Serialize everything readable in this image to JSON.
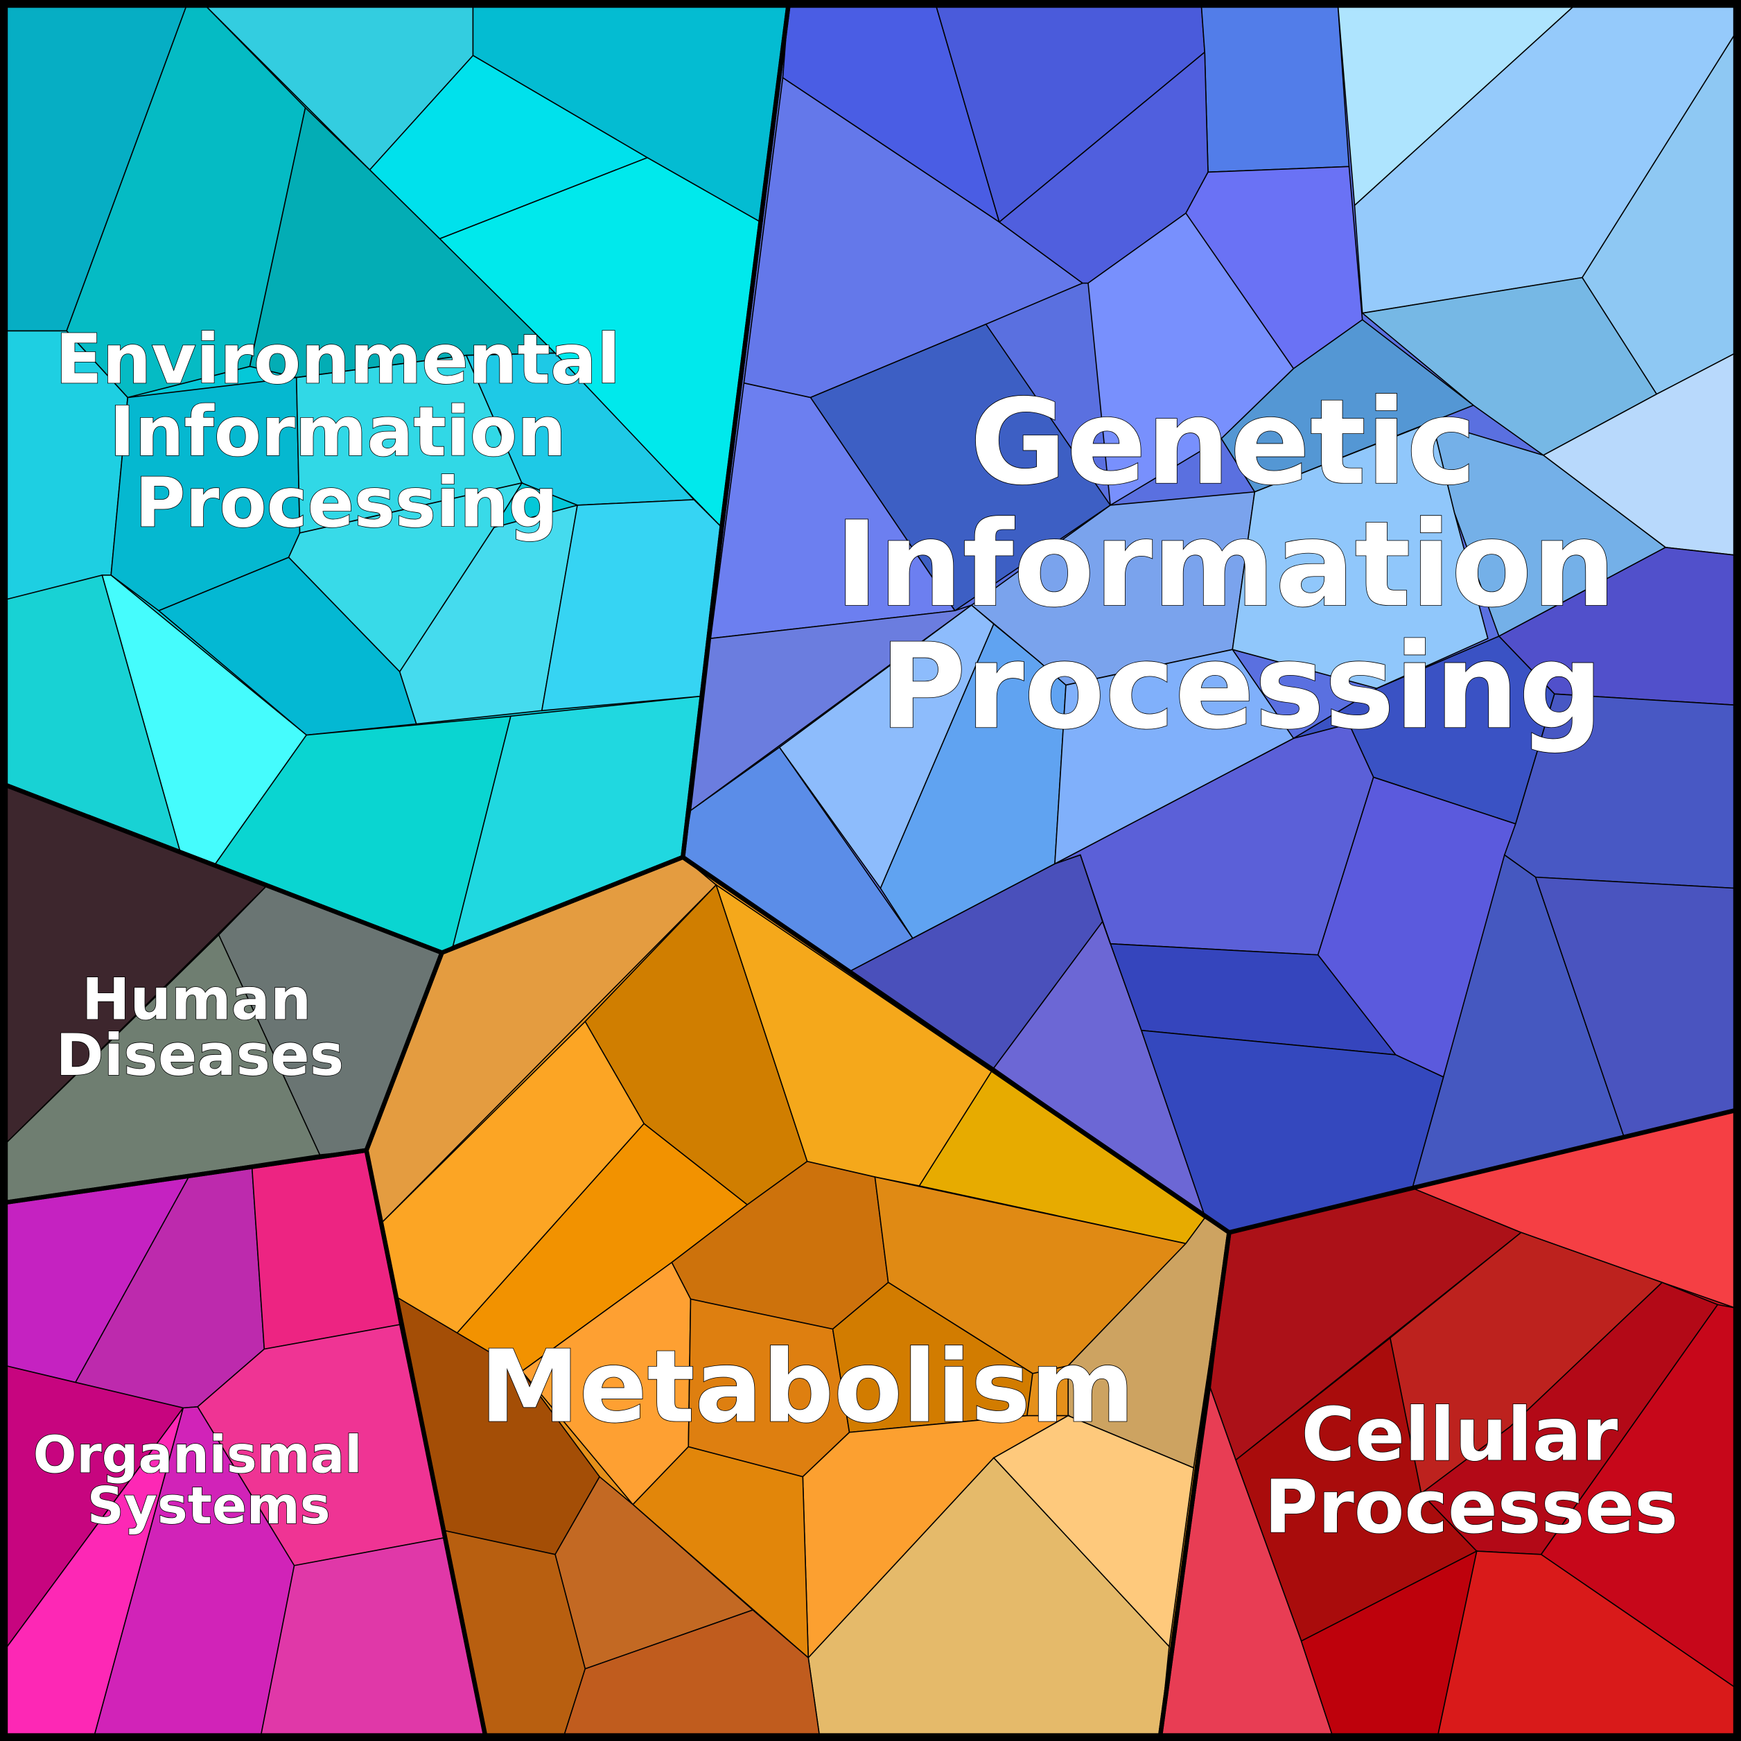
{
  "diagram": {
    "type": "voronoi-treemap",
    "regions": [
      {
        "id": "environmental",
        "lines": [
          "Environmental",
          "Information",
          "Processing"
        ],
        "color": "#05c8d8"
      },
      {
        "id": "genetic",
        "lines": [
          "Genetic",
          "Information",
          "Processing"
        ],
        "color": "#5a70e0"
      },
      {
        "id": "metabolism",
        "lines": [
          "Metabolism"
        ],
        "color": "#e5901a"
      },
      {
        "id": "human",
        "lines": [
          "Human",
          "Diseases"
        ],
        "color": "#5a5f5c"
      },
      {
        "id": "organismal",
        "lines": [
          "Organismal",
          "Systems"
        ],
        "color": "#d62aa8"
      },
      {
        "id": "cellular",
        "lines": [
          "Cellular",
          "Processes"
        ],
        "color": "#c51520"
      }
    ]
  }
}
